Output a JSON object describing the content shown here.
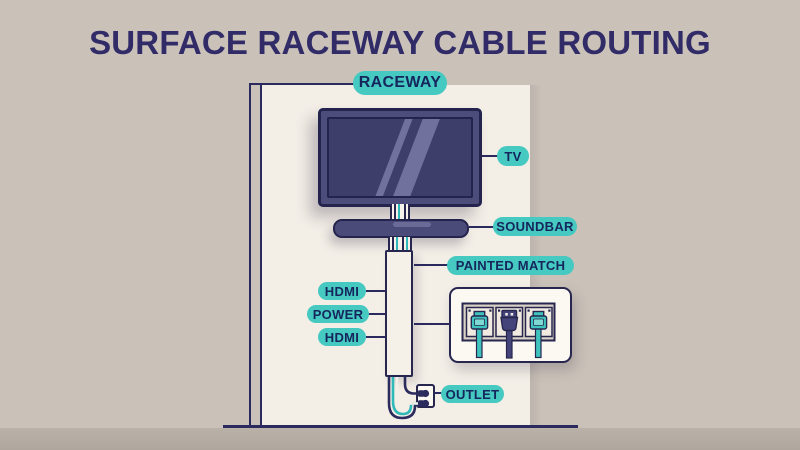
{
  "title": "SURFACE RACEWAY CABLE ROUTING",
  "callouts": {
    "raceway": "RACEWAY",
    "tv": "TV",
    "soundbar": "SOUNDBAR",
    "painted_match": "PAINTED MATCH",
    "hdmi_top": "HDMI",
    "power": "POWER",
    "hdmi_bottom": "HDMI",
    "outlet": "OUTLET"
  },
  "colors": {
    "background": "#cac2b8",
    "floor": "#b3aba1",
    "wall": "#f3eee6",
    "outline_navy": "#26264f",
    "label_pill_teal": "#45c9c1",
    "label_text_navy": "#15265c",
    "title_navy": "#312c68",
    "tv_frame": "#4d4d7c",
    "tv_screen": "#3e3e6b",
    "soundbar": "#4b4b79",
    "raceway_fill": "#f5f0e8",
    "cable_teal": "#2fb9b9",
    "cable_navy": "#2b2b5e",
    "detail_panel": "#fcf9f3"
  }
}
